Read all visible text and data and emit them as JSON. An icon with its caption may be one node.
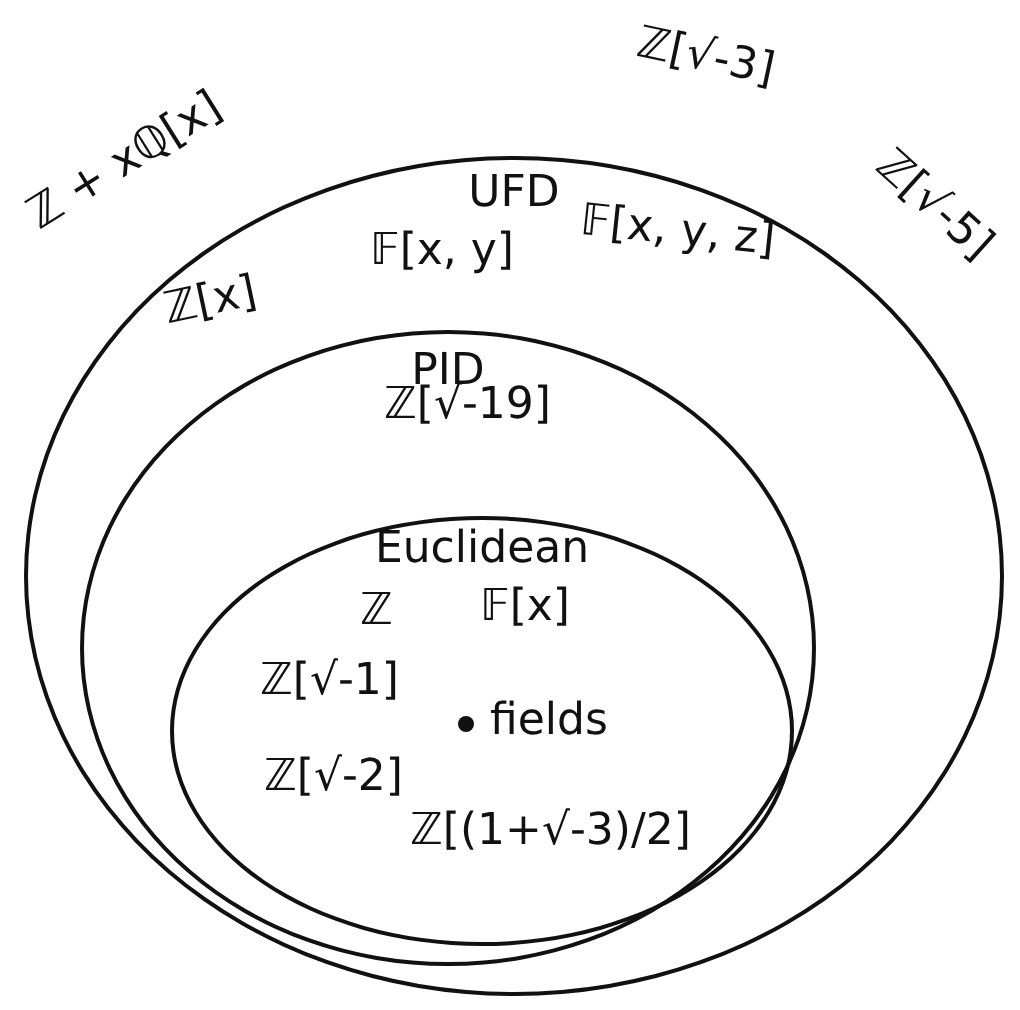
{
  "diagram": {
    "nodes": [
      {
        "text": [
          "UFD"
        ]
      },
      {
        "text": [
          "PID"
        ],
        "in": 0
      },
      {
        "text": [
          "Euclidean"
        ],
        "in": 1
      },
      {
        "text": [],
        "shape": "circle",
        "beside": [
          "fields"
        ],
        "in": 2
      }
    ],
    "labels": [
      "ℤ + xℚ[x]",
      "ℤ[√-3]",
      "ℤ[√-5]",
      "ℤ[x]",
      "𝔽[x, y]",
      "𝔽[x, y, z]",
      "ℤ[√-19]",
      "ℤ",
      "𝔽[x]",
      "ℤ[√-1]",
      "ℤ[√-2]",
      "ℤ[(1+√-3)/2]"
    ]
  }
}
